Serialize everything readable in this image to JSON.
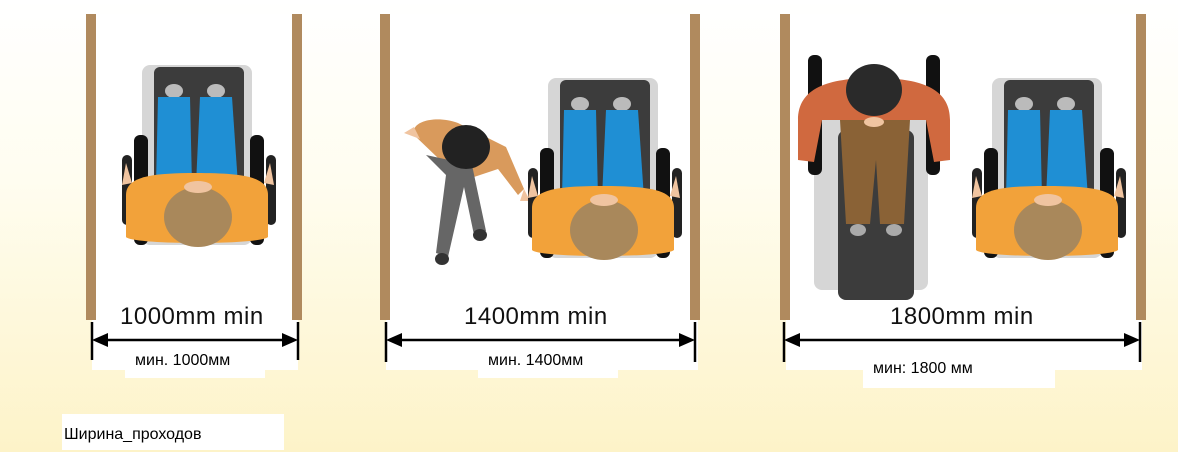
{
  "panels": [
    {
      "dimension_en": "1000mm min",
      "dimension_ru": "мин. 1000мм"
    },
    {
      "dimension_en": "1400mm min",
      "dimension_ru": "мин. 1400мм"
    },
    {
      "dimension_en": "1800mm min",
      "dimension_ru": "мин: 1800 мм"
    }
  ],
  "caption": "Ширина_проходов",
  "colors": {
    "wall": "#b08a5e",
    "shirt_orange": "#f2a23a",
    "jeans_blue": "#1f8fd4",
    "hair": "#a9885b",
    "walker_shirt": "#d0693f",
    "walker_pants": "#8a6236"
  }
}
